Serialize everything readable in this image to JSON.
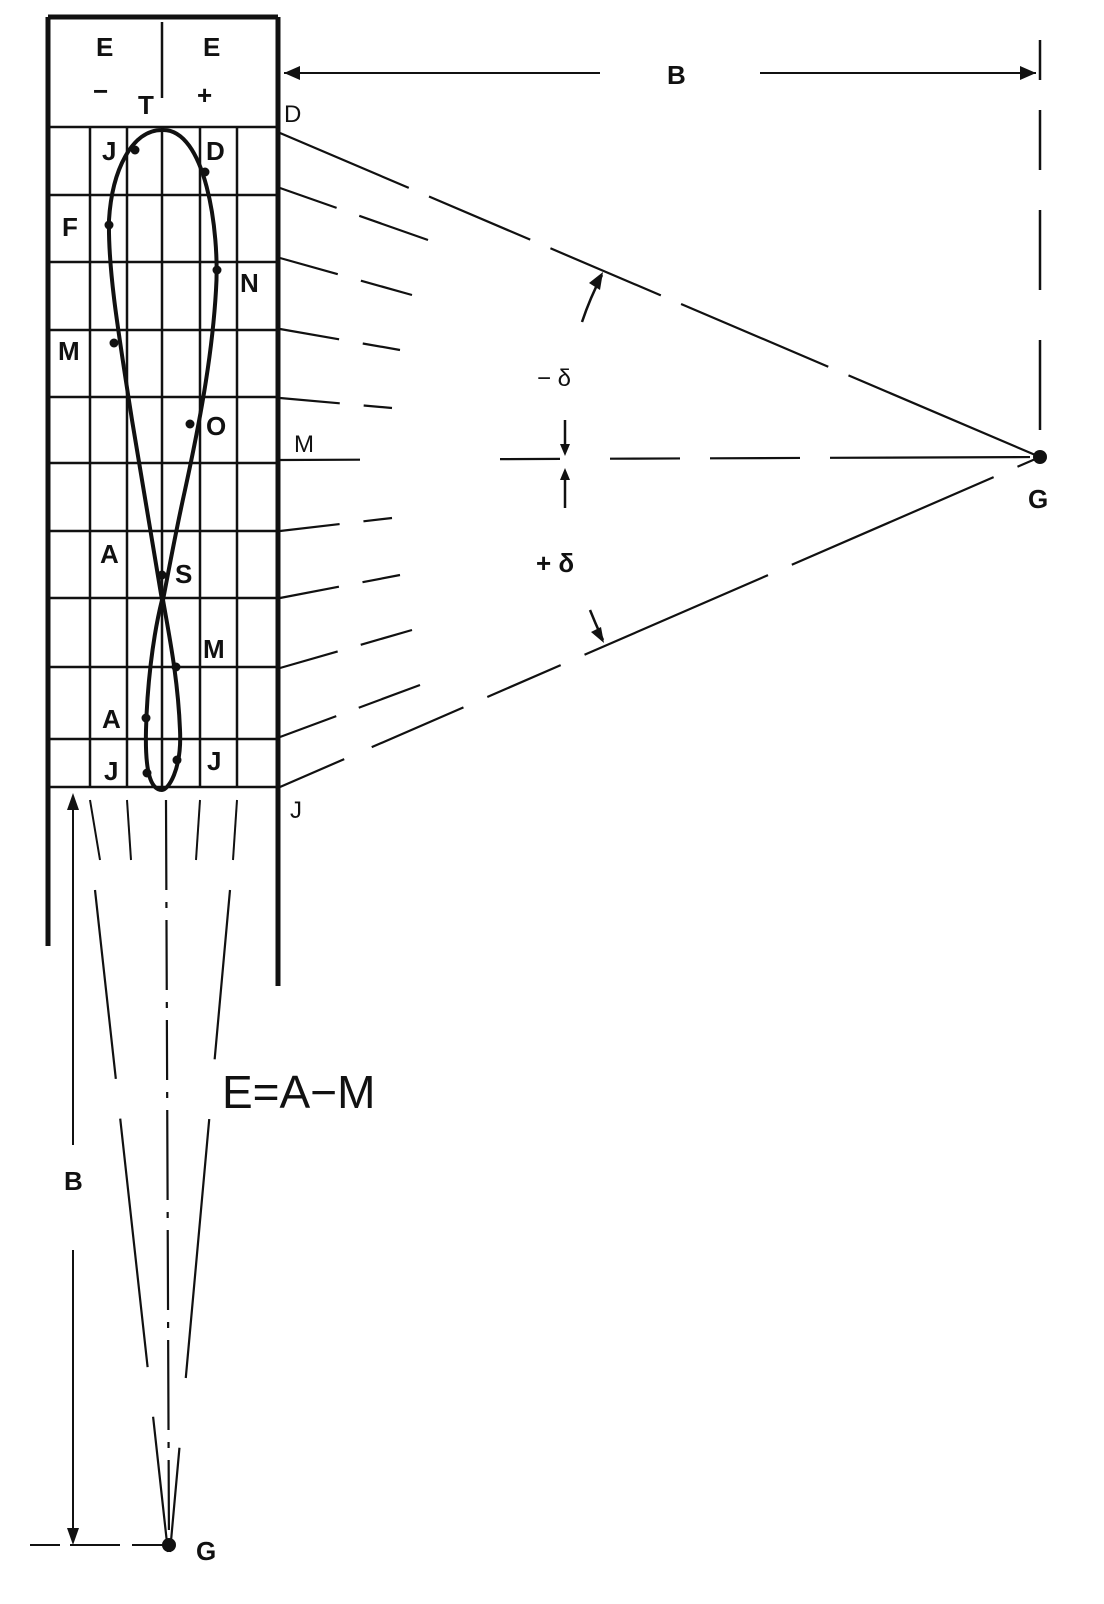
{
  "labels": {
    "E_left": "E",
    "E_right": "E",
    "minus": "−",
    "plus": "+",
    "T": "T",
    "D_top": "D",
    "B_top": "B",
    "J_top": "J",
    "D_inner": "D",
    "F": "F",
    "N": "N",
    "M_left": "M",
    "O": "O",
    "M_axis": "M",
    "G_right": "G",
    "A_upper": "A",
    "S": "S",
    "M_lower": "M",
    "A_lower": "A",
    "J_left_bottom": "J",
    "J_right_bottom": "J",
    "J_edge": "J",
    "minus_delta": "− δ",
    "plus_delta": "+ δ",
    "B_left": "B",
    "G_bottom": "G"
  },
  "formula": "E=A−M",
  "colors": {
    "ink": "#111111",
    "background": "#ffffff"
  }
}
